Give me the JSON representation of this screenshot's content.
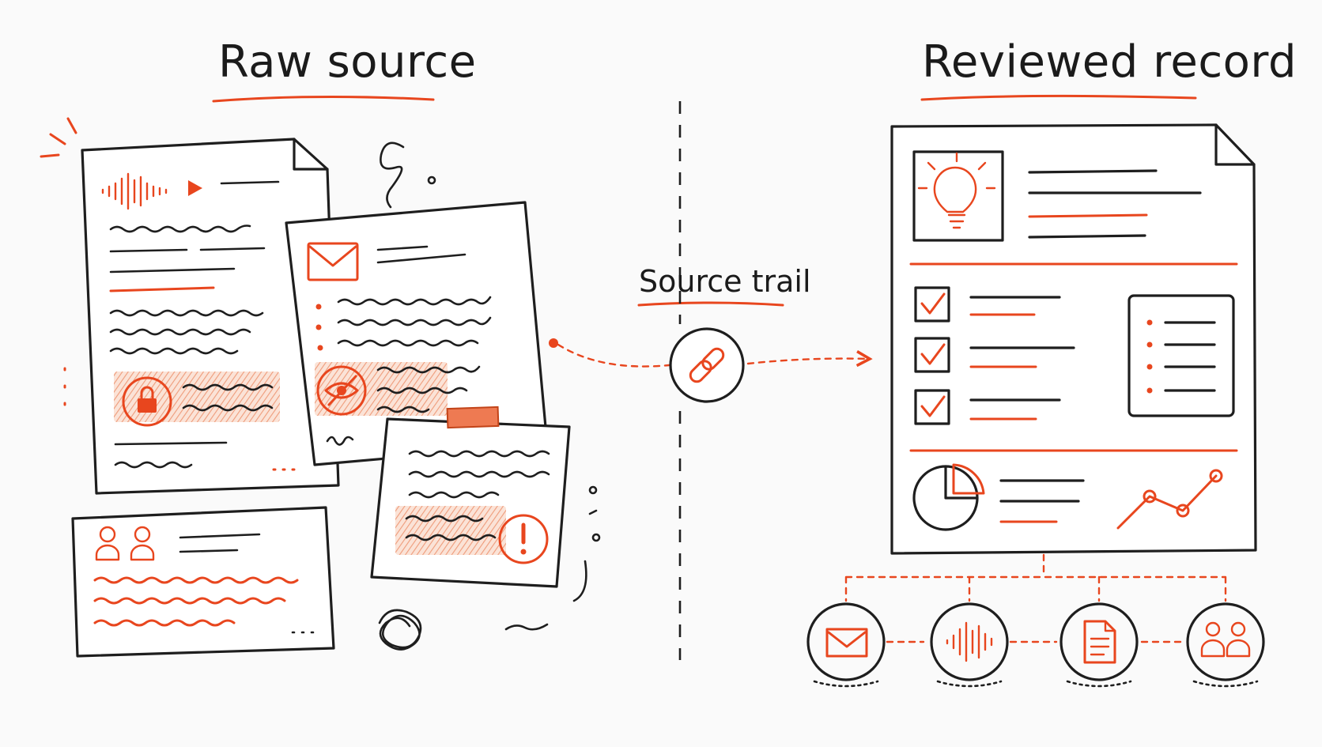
{
  "titles": {
    "left": "Raw source",
    "right": "Reviewed record",
    "center": "Source trail"
  },
  "colors": {
    "accent": "#e8461e",
    "ink": "#1e1e1e",
    "background": "#fafafa",
    "highlight": "#f6c9b3"
  },
  "icons": {
    "raw_sources": [
      "audio-waveform-icon",
      "play-icon",
      "envelope-icon",
      "lock-icon",
      "hidden-eye-icon",
      "alert-icon",
      "people-icon",
      "tape-icon"
    ],
    "center": "link-icon",
    "reviewed_record": [
      "lightbulb-icon",
      "checkbox-checked-icon",
      "pie-chart-icon",
      "line-chart-icon",
      "bullet-list-icon"
    ],
    "source_nodes": [
      "envelope-icon",
      "audio-waveform-icon",
      "document-icon",
      "people-icon"
    ]
  },
  "checklist_items": 3,
  "bullet_items": 4
}
